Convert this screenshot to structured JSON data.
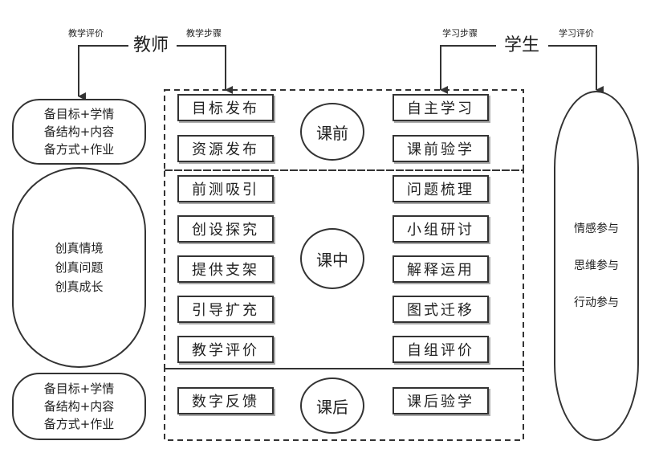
{
  "teacher": {
    "title": "教师",
    "eval_label": "教学评价",
    "steps_label": "教学步骤"
  },
  "student": {
    "title": "学生",
    "steps_label": "学习步骤",
    "eval_label": "学习评价"
  },
  "left": {
    "top_items": [
      "备目标+学情",
      "备结构+内容",
      "备方式+作业"
    ],
    "middle_items": [
      "创真情境",
      "创真问题",
      "创真成长"
    ],
    "bottom_items": [
      "备目标+学情",
      "备结构+内容",
      "备方式+作业"
    ]
  },
  "right": {
    "items": [
      "情感参与",
      "思维参与",
      "行动参与"
    ]
  },
  "phases": {
    "before": {
      "label": "课前",
      "teacher_steps": [
        "目标发布",
        "资源发布"
      ],
      "student_steps": [
        "自主学习",
        "课前验学"
      ]
    },
    "during": {
      "label": "课中",
      "teacher_steps": [
        "前测吸引",
        "创设探究",
        "提供支架",
        "引导扩充",
        "教学评价"
      ],
      "student_steps": [
        "问题梳理",
        "小组研讨",
        "解释运用",
        "图式迁移",
        "自组评价"
      ]
    },
    "after": {
      "label": "课后",
      "teacher_steps": [
        "数字反馈"
      ],
      "student_steps": [
        "课后验学"
      ]
    }
  }
}
